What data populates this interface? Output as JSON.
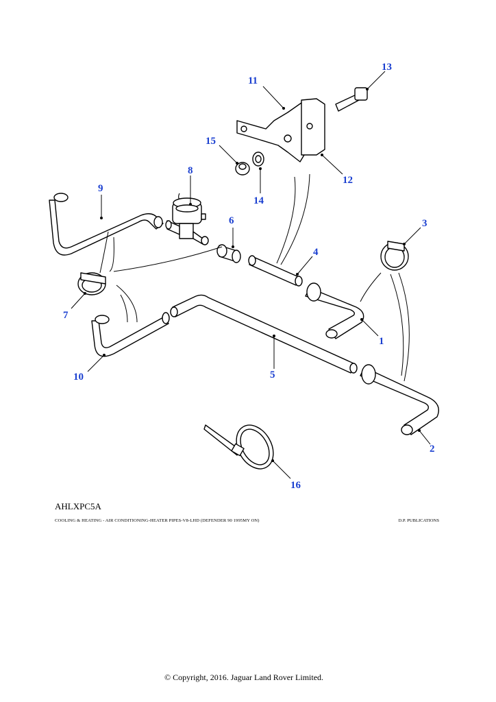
{
  "diagram": {
    "ref_code": "AHLXPC5A",
    "caption": "COOLING & HEATING - AIR CONDITIONING-HEATER PIPES-V8-LHD (DEFENDER 90 1995MY ON)",
    "publisher": "D.P. PUBLICATIONS",
    "copyright": "© Copyright, 2016. Jaguar Land Rover Limited.",
    "callout_color": "#1a3fd0",
    "callouts": {
      "c1": "1",
      "c2": "2",
      "c3": "3",
      "c4": "4",
      "c5": "5",
      "c6": "6",
      "c7": "7",
      "c8": "8",
      "c9": "9",
      "c10": "10",
      "c11": "11",
      "c12": "12",
      "c13": "13",
      "c14": "14",
      "c15": "15",
      "c16": "16"
    }
  }
}
